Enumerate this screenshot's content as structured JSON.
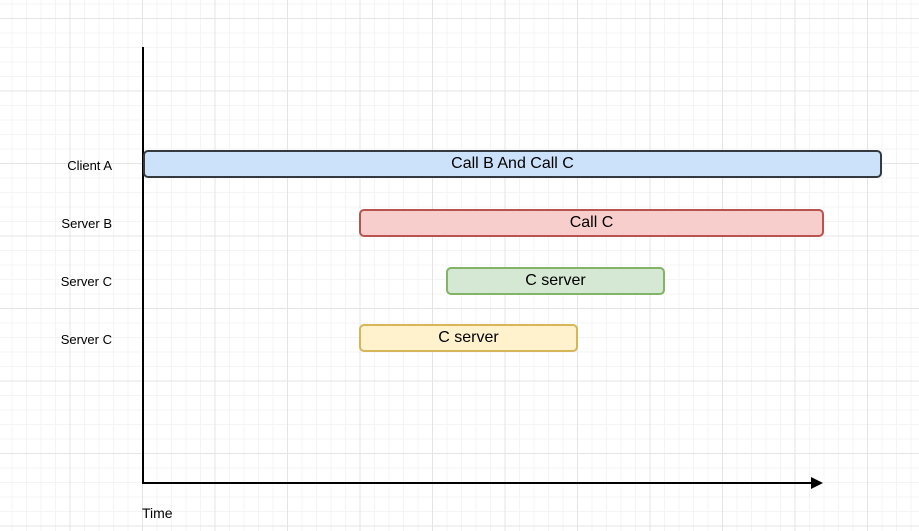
{
  "axis": {
    "time_label": "Time",
    "line_color": "#000000"
  },
  "rows": [
    {
      "label": "Client A",
      "bar": {
        "label": "Call B And Call C",
        "fill": "#cce2fa",
        "border": "#36393d"
      }
    },
    {
      "label": "Server B",
      "bar": {
        "label": "Call C",
        "fill": "#f8cecc",
        "border": "#b85450"
      }
    },
    {
      "label": "Server C",
      "bar": {
        "label": "C server",
        "fill": "#d5e8d4",
        "border": "#82b366"
      }
    },
    {
      "label": "Server C",
      "bar": {
        "label": "C server",
        "fill": "#fff2cc",
        "border": "#d6b656"
      }
    }
  ]
}
